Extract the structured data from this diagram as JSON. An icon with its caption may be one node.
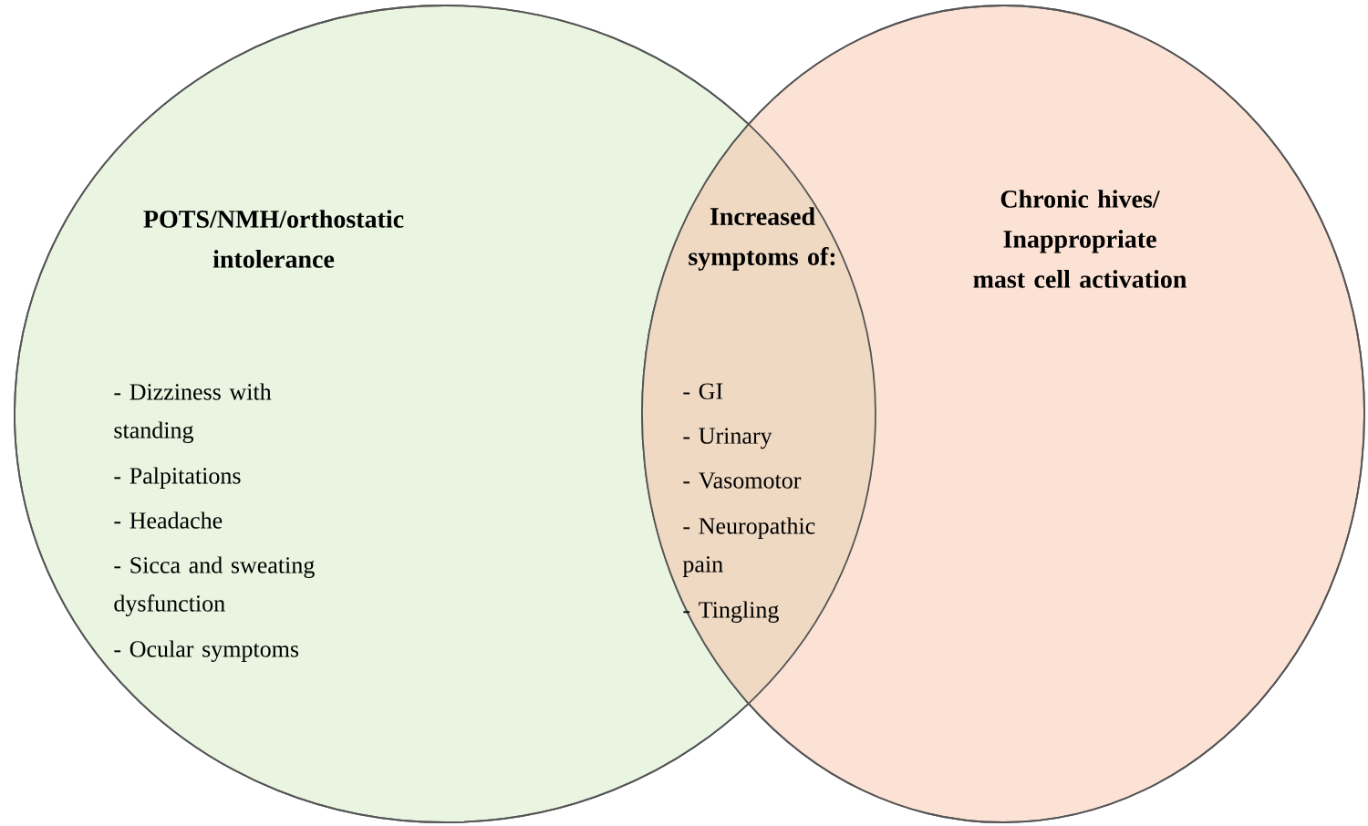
{
  "diagram": {
    "nodes": [
      {
        "text": [
          "POTS/NMH/orthostatic intolerance",
          "- Dizziness with standing",
          "- Palpitations",
          "- Headache",
          "- Sicca and sweating dysfunction",
          "- Ocular symptoms"
        ]
      },
      {
        "text": [
          "Chronic hives/ Inappropriate mast cell activation"
        ]
      }
    ],
    "labels": [
      "Increased symptoms of:",
      "- GI",
      "- Urinary",
      "- Vasomotor",
      "- Neuropathic pain",
      "- Tingling"
    ]
  }
}
